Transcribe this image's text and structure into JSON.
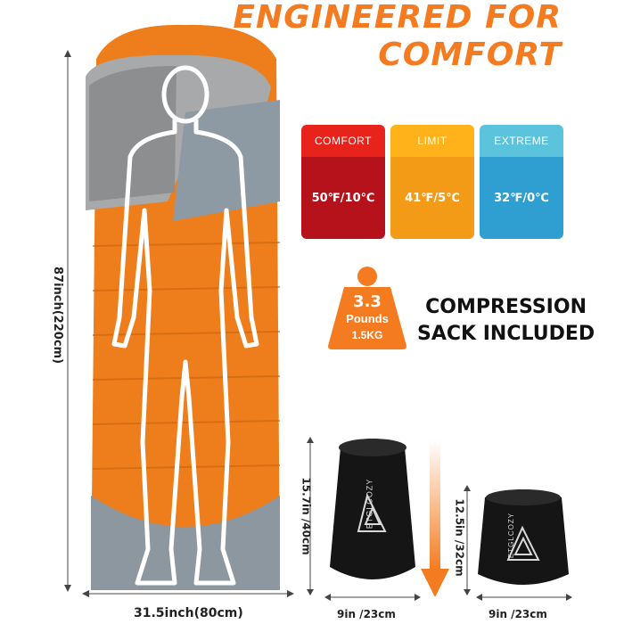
{
  "headline": {
    "line1": "ENGINEERED FOR",
    "line2": "COMFORT"
  },
  "temps": [
    {
      "label": "COMFORT",
      "value": "50℉/10℃",
      "head_color": "#e8231c",
      "body_color": "#b5121b"
    },
    {
      "label": "LIMIT",
      "value": "41℉/5℃",
      "head_color": "#ffb21a",
      "body_color": "#f39a17"
    },
    {
      "label": "EXTREME",
      "value": "32℉/0℃",
      "head_color": "#5bc3dc",
      "body_color": "#2f9fd1"
    }
  ],
  "weight": {
    "value": "3.3",
    "unit": "Pounds",
    "metric": "1.5KG"
  },
  "compression": {
    "line1": "COMPRESSION",
    "line2": "SACK INCLUDED"
  },
  "dimensions": {
    "length": "87inch(220cm)",
    "width": "31.5inch(80cm)",
    "sack_large_height": "15.7in /40cm",
    "sack_large_width": "9in /23cm",
    "sack_small_height": "12.5in /32cm",
    "sack_small_width": "9in /23cm"
  },
  "brand": "ETGLCOZY"
}
